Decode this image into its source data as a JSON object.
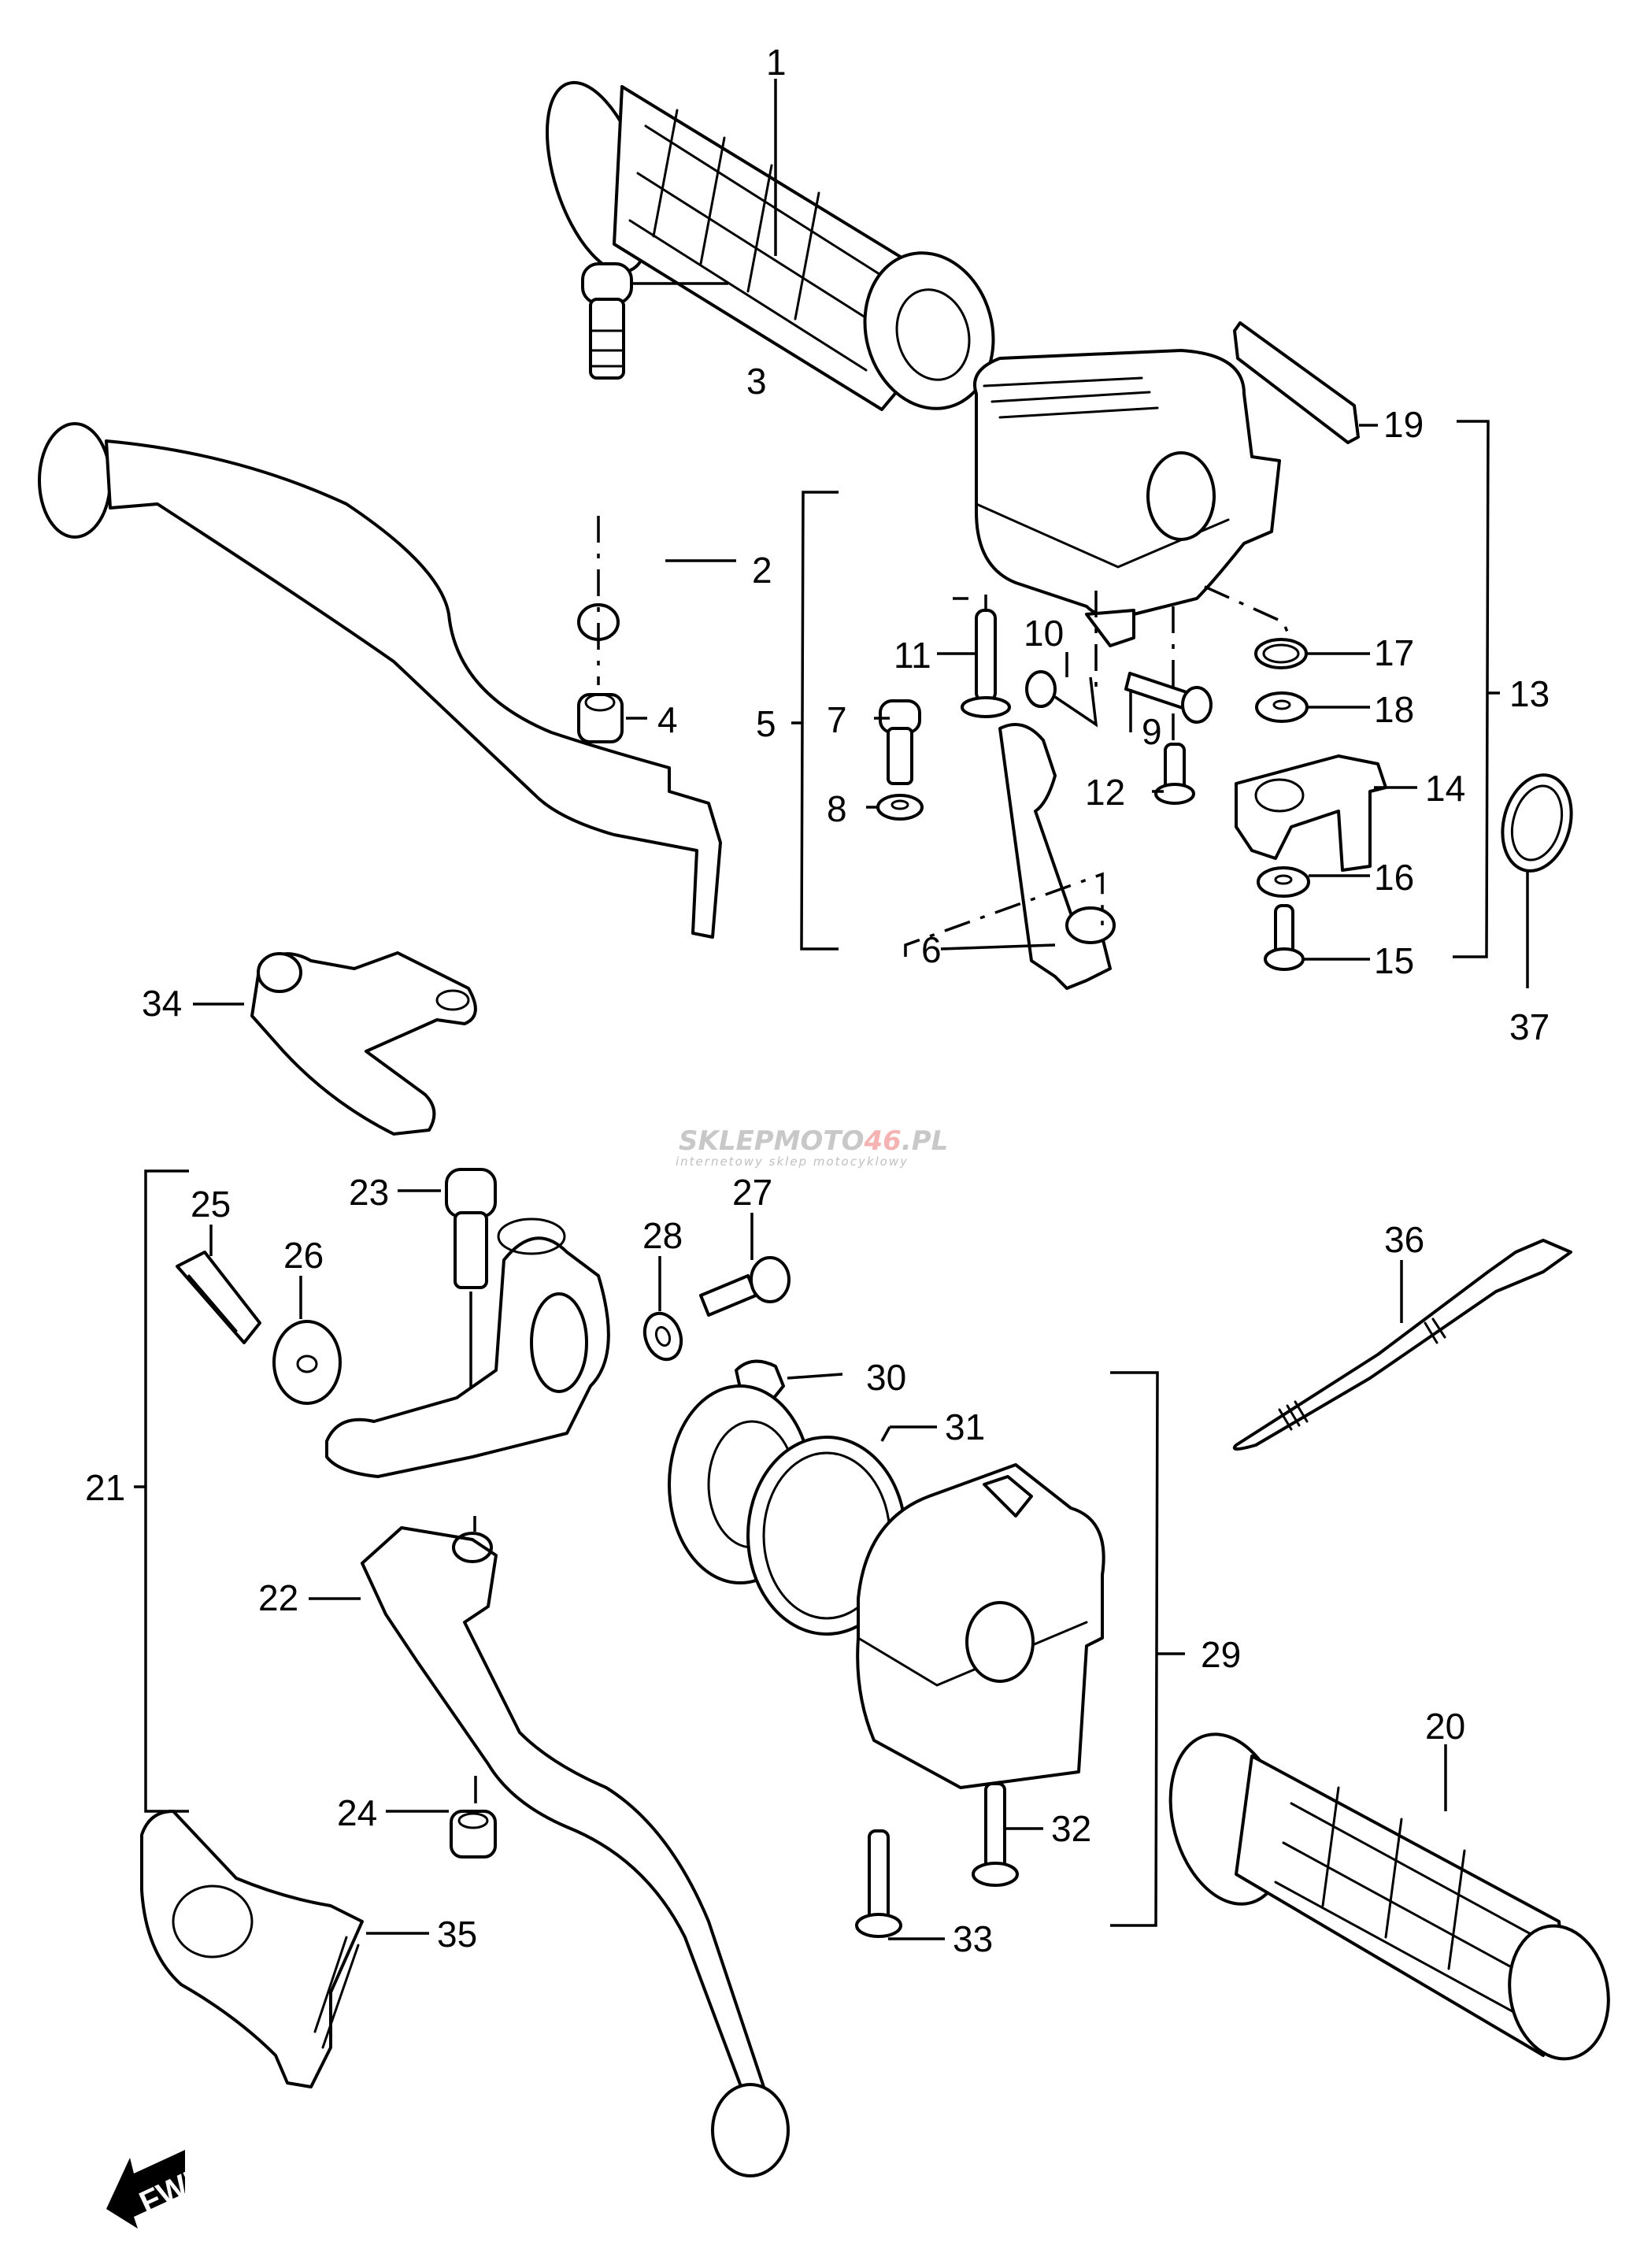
{
  "diagram": {
    "title": "Handle switch / lever parts diagram",
    "watermark": {
      "brand_gray": "SKLEPMOTO",
      "brand_red": "46",
      "brand_suffix": ".PL",
      "tagline": "internetowy sklep motocyklowy",
      "colors": {
        "gray": "#c8c8c8",
        "red": "#f5b3b3"
      }
    },
    "direction_marker": {
      "label": "FWD",
      "icon": "forward-arrow-icon"
    },
    "callouts": [
      {
        "id": "1"
      },
      {
        "id": "2"
      },
      {
        "id": "3"
      },
      {
        "id": "4"
      },
      {
        "id": "5"
      },
      {
        "id": "6"
      },
      {
        "id": "7"
      },
      {
        "id": "8"
      },
      {
        "id": "9"
      },
      {
        "id": "10"
      },
      {
        "id": "11"
      },
      {
        "id": "12"
      },
      {
        "id": "13"
      },
      {
        "id": "14"
      },
      {
        "id": "15"
      },
      {
        "id": "16"
      },
      {
        "id": "17"
      },
      {
        "id": "18"
      },
      {
        "id": "19"
      },
      {
        "id": "20"
      },
      {
        "id": "21"
      },
      {
        "id": "22"
      },
      {
        "id": "23"
      },
      {
        "id": "24"
      },
      {
        "id": "25"
      },
      {
        "id": "26"
      },
      {
        "id": "27"
      },
      {
        "id": "28"
      },
      {
        "id": "29"
      },
      {
        "id": "30"
      },
      {
        "id": "31"
      },
      {
        "id": "32"
      },
      {
        "id": "33"
      },
      {
        "id": "34"
      },
      {
        "id": "35"
      },
      {
        "id": "36"
      },
      {
        "id": "37"
      }
    ],
    "assemblies": [
      {
        "id": "5",
        "includes": [
          "6",
          "7",
          "8"
        ]
      },
      {
        "id": "13",
        "includes": [
          "14",
          "15",
          "16",
          "17",
          "18",
          "19"
        ]
      },
      {
        "id": "21",
        "includes": [
          "22",
          "23",
          "24",
          "25",
          "26"
        ]
      },
      {
        "id": "29",
        "includes": [
          "30",
          "31",
          "32",
          "33"
        ]
      }
    ]
  }
}
